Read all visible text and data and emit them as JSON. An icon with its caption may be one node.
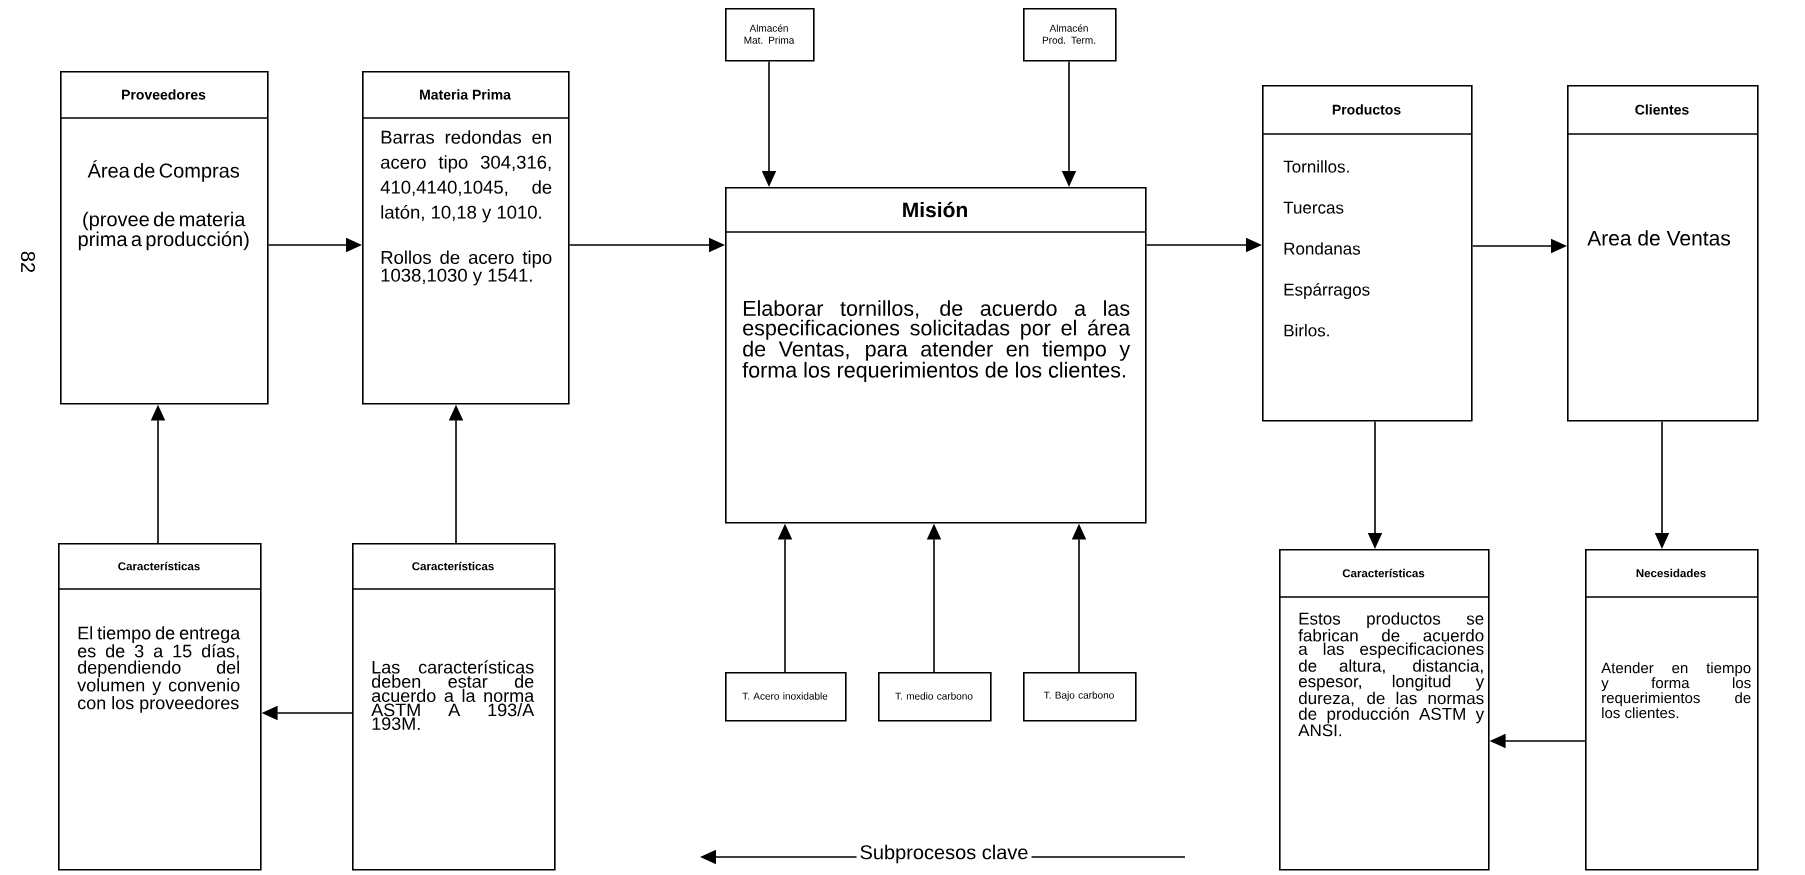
{
  "diagram": {
    "nodes": [
      {
        "text": [
          "Proveedores",
          "Área de Compras",
          "(provee de materia prima a producción)"
        ]
      },
      {
        "text": [
          "Materia Prima",
          "Barras redondas en acero tipo 304,316, 410,4140,1045, de latón, 10,18 y 1010.",
          "Rollos de acero tipo 1038,1030 y 1541."
        ]
      },
      {
        "text": [
          "Almacén Mat. Prima"
        ]
      },
      {
        "text": [
          "Almacén Prod. Term."
        ]
      },
      {
        "text": [
          "Misión",
          "Elaborar tornillos, de acuerdo a las especificaciones solicitadas por el área de Ventas, para atender en tiempo y forma los requerimientos de los clientes."
        ]
      },
      {
        "text": [
          "Productos",
          "Tornillos.",
          "Tuercas",
          "Rondanas",
          "Espárragos",
          "Birlos."
        ]
      },
      {
        "text": [
          "Clientes",
          "Area de Ventas"
        ]
      },
      {
        "text": [
          "Características",
          "El tiempo de entrega es de 3 a 15 días, dependiendo del volumen y convenio con los proveedores"
        ]
      },
      {
        "text": [
          "Características",
          "Las características deben estar de acuerdo a la norma ASTM A 193/A 193M."
        ]
      },
      {
        "text": [
          "T. Acero inoxidable"
        ]
      },
      {
        "text": [
          "T. medio carbono"
        ]
      },
      {
        "text": [
          "T. Bajo carbono"
        ]
      },
      {
        "text": [
          "Características",
          "Estos productos se fabrican de acuerdo a las especificaciones de altura, distancia, espesor, longitud y dureza, de las normas de producción ASTM y ANSI."
        ]
      },
      {
        "text": [
          "Necesidades",
          "Atender en tiempo y forma los requerimientos de los clientes."
        ]
      }
    ],
    "edges": [
      {
        "from": 0,
        "to": 1,
        "arrow": "to"
      },
      {
        "from": 1,
        "to": 4,
        "arrow": "to"
      },
      {
        "from": 2,
        "to": 4,
        "arrow": "to"
      },
      {
        "from": 3,
        "to": 4,
        "arrow": "to"
      },
      {
        "from": 4,
        "to": 5,
        "arrow": "to"
      },
      {
        "from": 5,
        "to": 6,
        "arrow": "to"
      },
      {
        "from": 7,
        "to": 0,
        "arrow": "to"
      },
      {
        "from": 8,
        "to": 1,
        "arrow": "to"
      },
      {
        "from": 8,
        "to": 7,
        "arrow": "to"
      },
      {
        "from": 9,
        "to": 4,
        "arrow": "to"
      },
      {
        "from": 10,
        "to": 4,
        "arrow": "to"
      },
      {
        "from": 11,
        "to": 4,
        "arrow": "to"
      },
      {
        "from": 5,
        "to": 12,
        "arrow": "to"
      },
      {
        "from": 6,
        "to": 13,
        "arrow": "to"
      },
      {
        "from": 13,
        "to": 12,
        "arrow": "to"
      }
    ],
    "labels": [
      "82",
      "Subprocesos clave"
    ]
  }
}
